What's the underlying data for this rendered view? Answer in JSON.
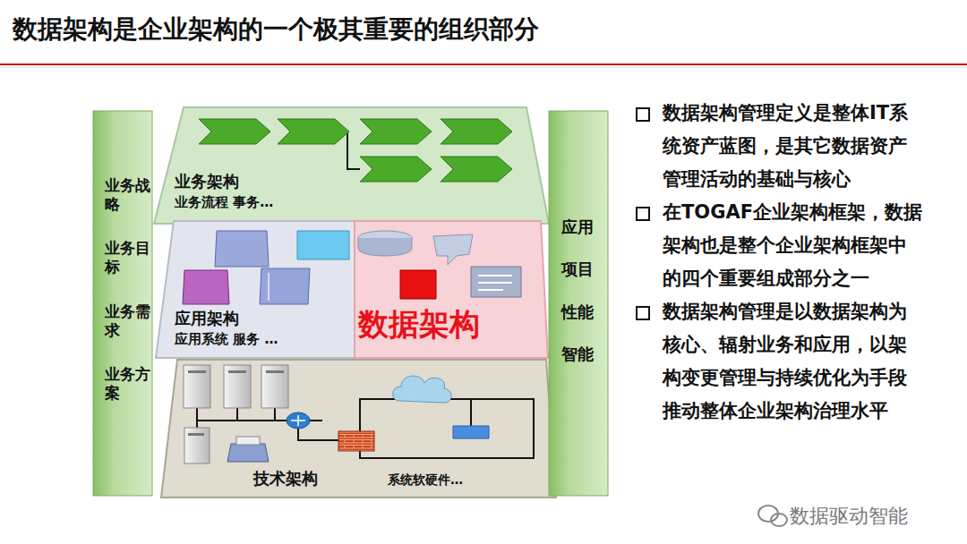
{
  "diagram": {
    "title": "数据架构是企业架构的一个极其重要的组织部分",
    "nodes": [
      {
        "text": [
          "业务战略",
          "业务目标",
          "业务需求",
          "业务方案"
        ]
      },
      {
        "text": [
          "业务架构",
          "业务流程 事务…"
        ]
      },
      {
        "text": [
          "应用架构",
          "应用系统 服务 …"
        ]
      },
      {
        "text": [
          "数据架构"
        ]
      },
      {
        "text": [
          "技术架构",
          "系统软硬件…"
        ]
      },
      {
        "text": [
          "应用",
          "项目",
          "性能",
          "智能"
        ]
      }
    ],
    "labels": [
      "数据架构管理定义是整体IT系统资产蓝图，是其它数据资产管理活动的基础与核心",
      "在TOGAF企业架构框架，数据架构也是整个企业架构框架中的四个重要组成部分之一",
      "数据架构管理是以数据架构为核心、辐射业务和应用，以架构变更管理与持续优化为手段推动整体企业架构治理水平",
      "数据驱动智能"
    ]
  }
}
